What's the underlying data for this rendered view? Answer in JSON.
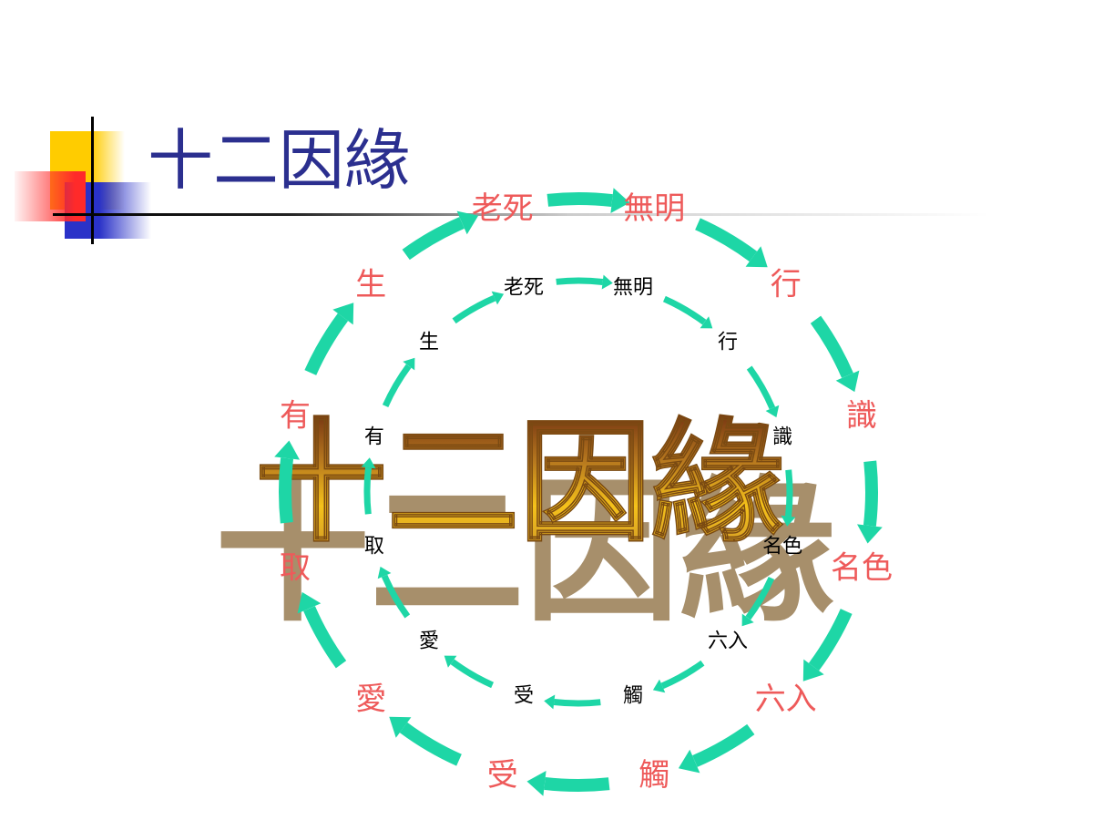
{
  "title": "十二因緣",
  "center_text": "十二因緣",
  "outer_ring": [
    "老死",
    "無明",
    "行",
    "識",
    "名色",
    "六入",
    "觸",
    "受",
    "愛",
    "取",
    "有",
    "生"
  ],
  "inner_ring": [
    "老死",
    "無明",
    "行",
    "識",
    "名色",
    "六入",
    "觸",
    "受",
    "愛",
    "取",
    "有",
    "生"
  ],
  "colors": {
    "title": "#2b2f8f",
    "outer_label": "#ee5a5a",
    "inner_label": "#000000",
    "arrow": "#1ed6a6",
    "center_light": "#f5c21a",
    "center_dark": "#6b2a10"
  }
}
